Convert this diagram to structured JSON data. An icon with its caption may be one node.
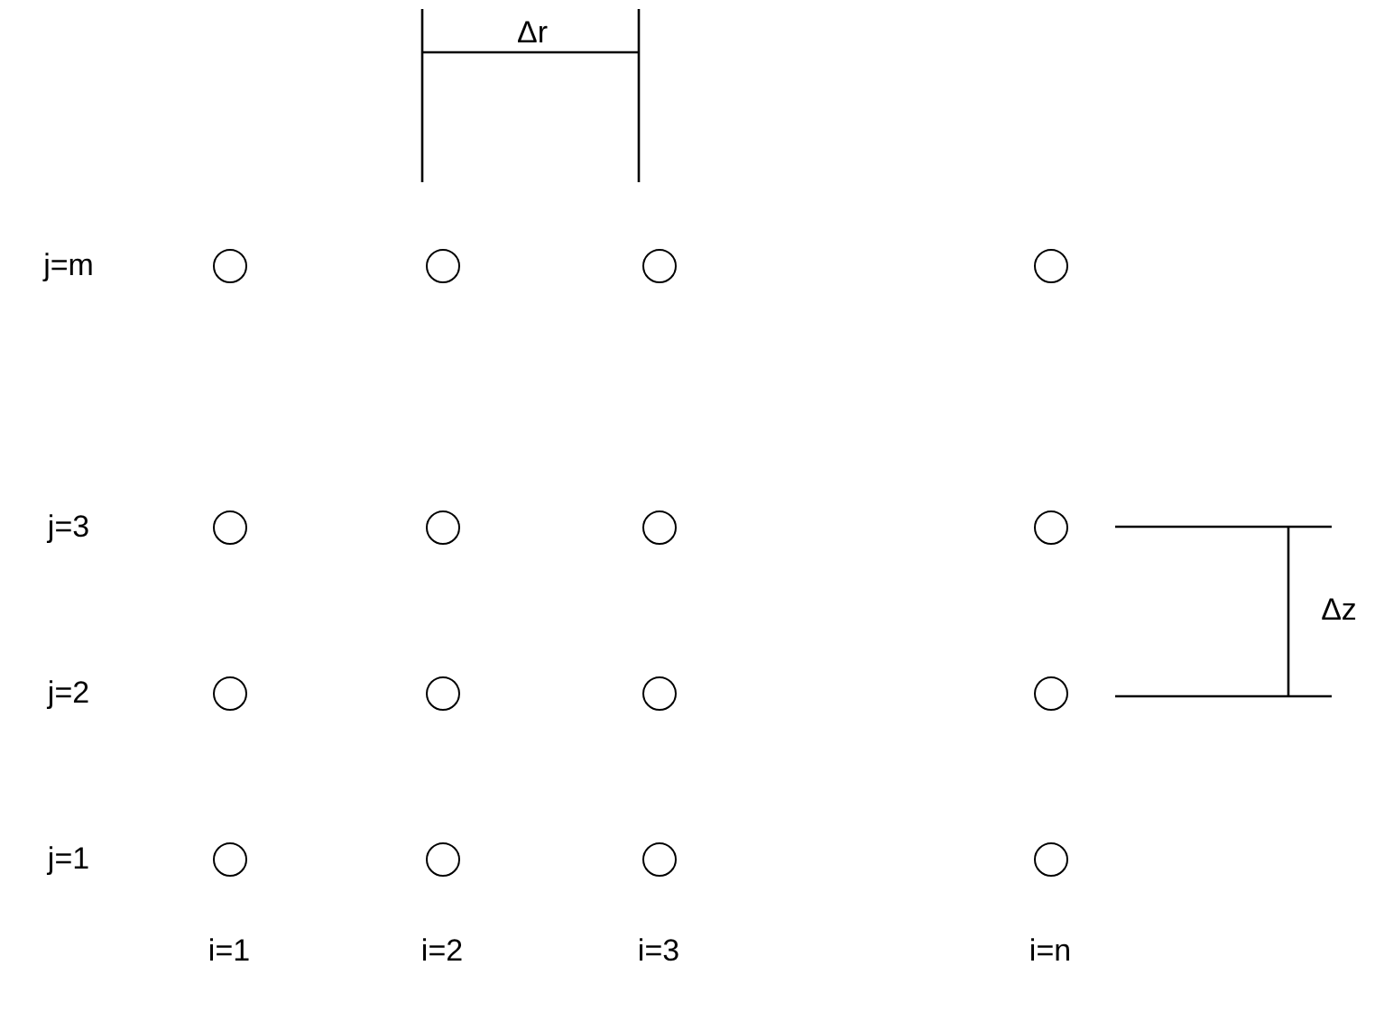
{
  "diagram": {
    "nodes": [
      {
        "text": [],
        "shape": "circle"
      },
      {
        "text": [],
        "shape": "circle"
      },
      {
        "text": [],
        "shape": "circle"
      },
      {
        "text": [],
        "shape": "circle"
      },
      {
        "text": [],
        "shape": "circle"
      },
      {
        "text": [],
        "shape": "circle"
      },
      {
        "text": [],
        "shape": "circle"
      },
      {
        "text": [],
        "shape": "circle"
      },
      {
        "text": [],
        "shape": "circle"
      },
      {
        "text": [],
        "shape": "circle"
      },
      {
        "text": [],
        "shape": "circle"
      },
      {
        "text": [],
        "shape": "circle"
      },
      {
        "text": [],
        "shape": "circle"
      },
      {
        "text": [],
        "shape": "circle"
      },
      {
        "text": [],
        "shape": "circle"
      },
      {
        "text": [],
        "shape": "circle"
      }
    ],
    "labels": [
      "Δr",
      "j=m",
      "j=3",
      "Δz",
      "j=2",
      "j=1",
      "i=1",
      "i=2",
      "i=3",
      "i=n"
    ]
  }
}
